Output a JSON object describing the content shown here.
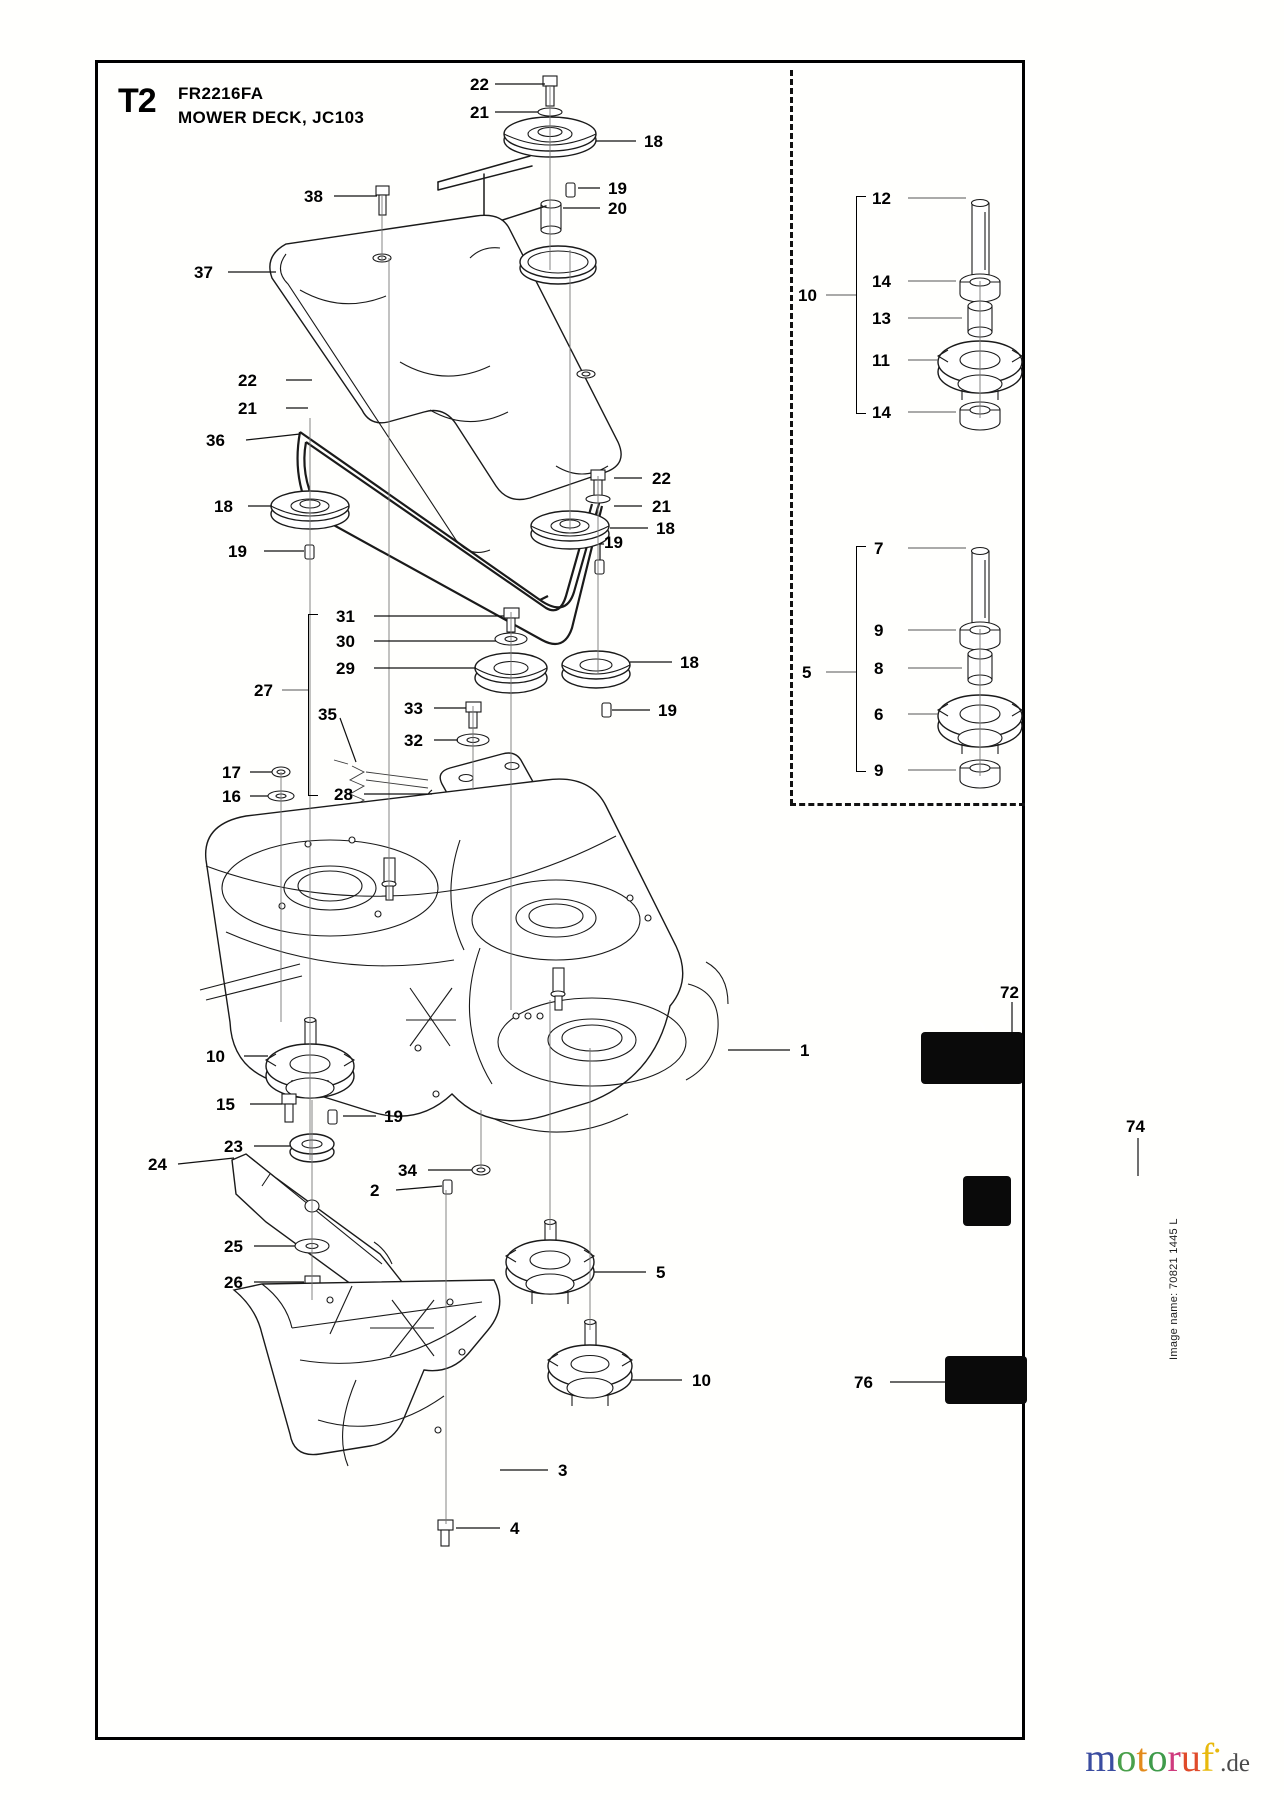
{
  "header": {
    "code": "T2",
    "model": "FR2216FA",
    "section": "MOWER DECK, JC103"
  },
  "footer": {
    "image_name": "Image name: 70821 1445 L",
    "logo": {
      "word": "motoruf",
      "tld": ".de"
    }
  },
  "insets": {
    "upper": {
      "group_label": "10",
      "items": [
        {
          "ref": "12",
          "name": "spindle-shaft"
        },
        {
          "ref": "14",
          "name": "ball-bearing-upper"
        },
        {
          "ref": "13",
          "name": "spacer-sleeve"
        },
        {
          "ref": "11",
          "name": "spindle-housing"
        },
        {
          "ref": "14",
          "name": "ball-bearing-lower"
        }
      ]
    },
    "lower": {
      "group_label": "5",
      "items": [
        {
          "ref": "7",
          "name": "spindle-shaft"
        },
        {
          "ref": "9",
          "name": "ball-bearing-upper"
        },
        {
          "ref": "8",
          "name": "spacer-sleeve"
        },
        {
          "ref": "6",
          "name": "spindle-housing"
        },
        {
          "ref": "9",
          "name": "ball-bearing-lower"
        }
      ]
    }
  },
  "decals": [
    {
      "ref": "72",
      "name": "decal-deck-hooks"
    },
    {
      "ref": "74",
      "name": "decal-manual-book"
    },
    {
      "ref": "76",
      "name": "decal-hand-warning"
    }
  ],
  "callouts": {
    "c1": "1",
    "c2": "2",
    "c3": "3",
    "c4": "4",
    "c5": "5",
    "c10a": "10",
    "c10b": "10",
    "c15": "15",
    "c16": "16",
    "c17": "17",
    "c18a": "18",
    "c18b": "18",
    "c18c": "18",
    "c18d": "18",
    "c19a": "19",
    "c19b": "19",
    "c19c": "19",
    "c19d": "19",
    "c19e": "19",
    "c19f": "19",
    "c20": "20",
    "c21a": "21",
    "c21b": "21",
    "c21c": "21",
    "c22a": "22",
    "c22b": "22",
    "c22c": "22",
    "c23": "23",
    "c24": "24",
    "c25": "25",
    "c26": "26",
    "c27": "27",
    "c28": "28",
    "c29": "29",
    "c30": "30",
    "c31": "31",
    "c32": "32",
    "c33": "33",
    "c34": "34",
    "c35": "35",
    "c36": "36",
    "c37": "37",
    "c38": "38"
  },
  "groups": {
    "g27_members": [
      "31",
      "30",
      "29",
      "35",
      "28"
    ]
  }
}
